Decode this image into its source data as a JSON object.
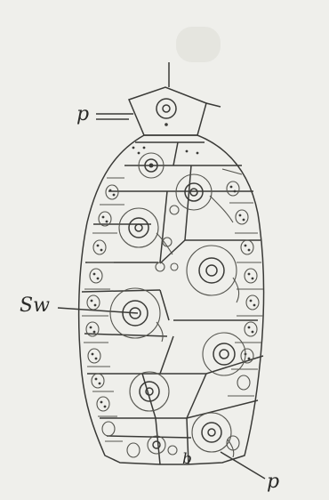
{
  "labels": {
    "p_top": "p",
    "sw": "Sw",
    "b": "b",
    "p_bottom": "p"
  }
}
